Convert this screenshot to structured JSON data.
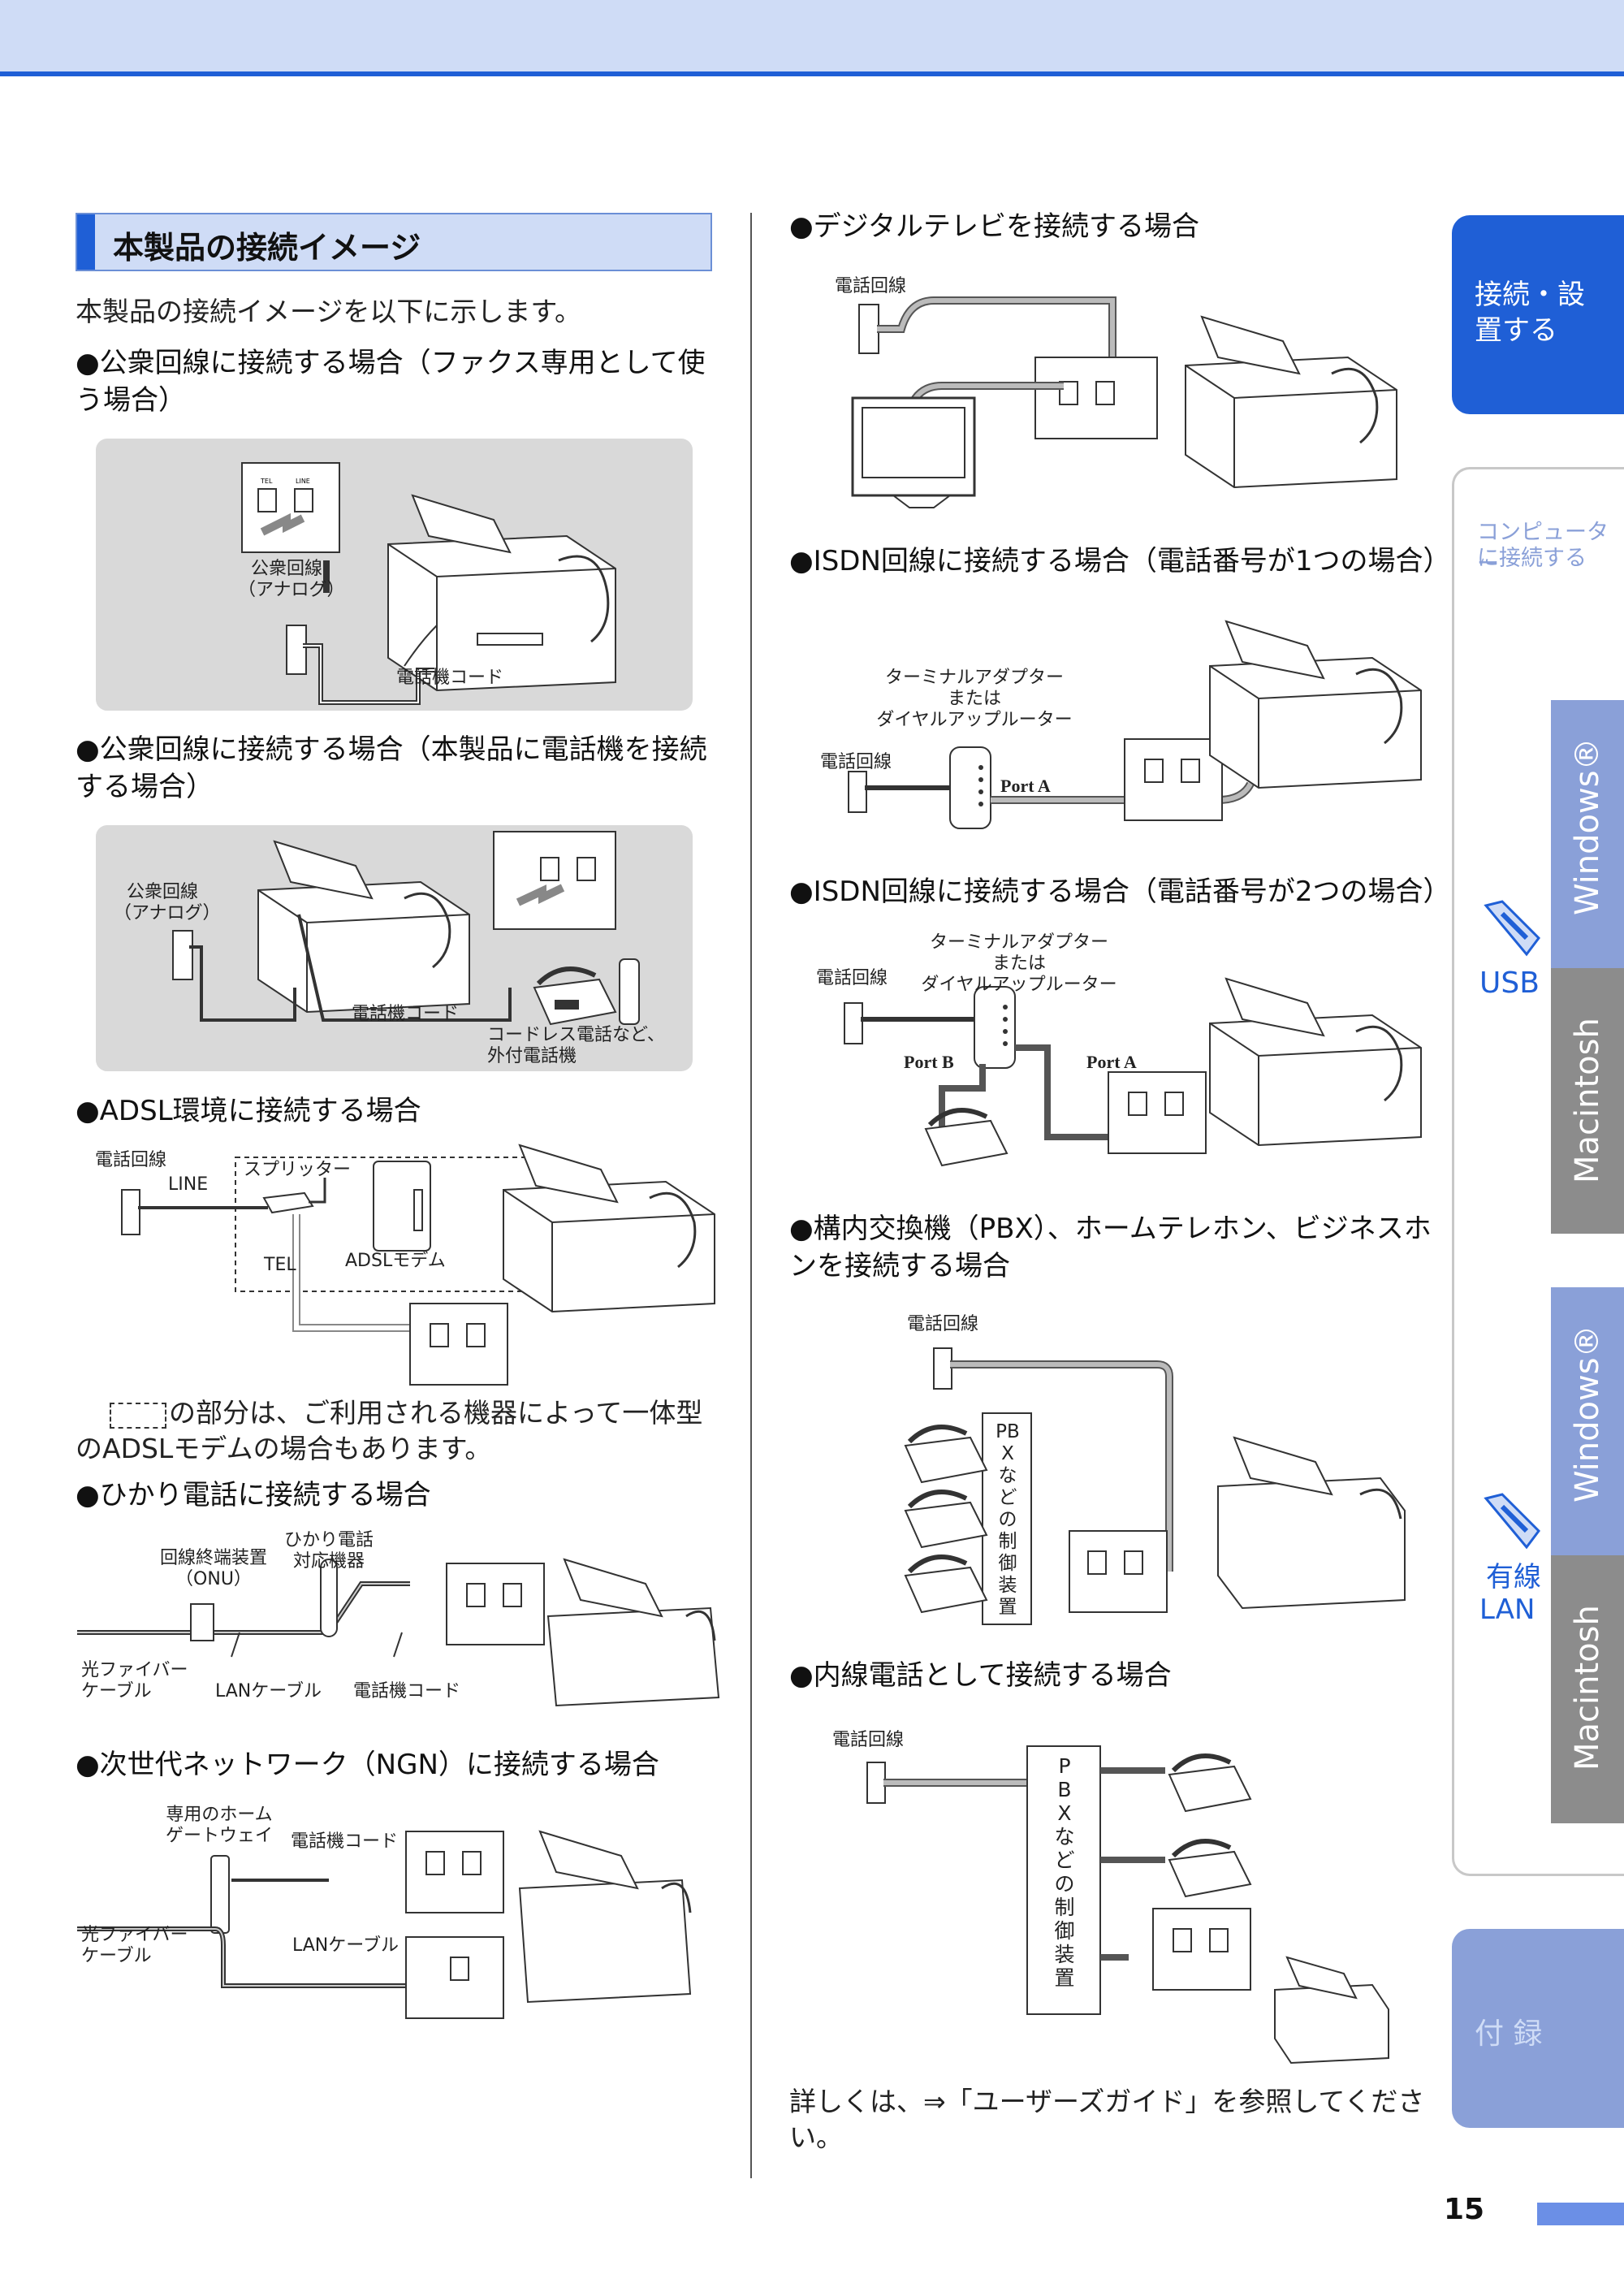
{
  "section_title": "本製品の接続イメージ",
  "intro": "本製品の接続イメージを以下に示します。",
  "left": {
    "h1": "●公衆回線に接続する場合（ファクス専用として使う場合）",
    "d1_l1": "公衆回線",
    "d1_l2": "（アナログ）",
    "d1_l3": "電話機コード",
    "h2": "●公衆回線に接続する場合（本製品に電話機を接続する場合）",
    "d2_l1": "公衆回線",
    "d2_l2": "（アナログ）",
    "d2_l3": "電話機コード",
    "d2_l4": "コードレス電話など、",
    "d2_l5": "外付電話機",
    "h3": "●ADSL環境に接続する場合",
    "d3_line_in": "電話回線",
    "d3_line": "LINE",
    "d3_splitter": "スプリッター",
    "d3_tel": "TEL",
    "d3_modem": "ADSLモデム",
    "note": "の部分は、ご利用される機器によって一体型のADSLモデムの場合もあります。",
    "h4": "●ひかり電話に接続する場合",
    "d4_onu1": "回線終端装置",
    "d4_onu2": "（ONU）",
    "d4_hk1": "ひかり電話",
    "d4_hk2": "対応機器",
    "d4_fiber1": "光ファイバー",
    "d4_fiber2": "ケーブル",
    "d4_lan": "LANケーブル",
    "d4_cord": "電話機コード",
    "h5": "●次世代ネットワーク（NGN）に接続する場合",
    "d5_gw1": "専用のホーム",
    "d5_gw2": "ゲートウェイ",
    "d5_cord": "電話機コード",
    "d5_fiber1": "光ファイバー",
    "d5_fiber2": "ケーブル",
    "d5_lan": "LANケーブル"
  },
  "right": {
    "h1": "●デジタルテレビを接続する場合",
    "r1_line": "電話回線",
    "h2": "●ISDN回線に接続する場合（電話番号が1つの場合）",
    "r2_ta1": "ターミナルアダプター",
    "r2_ta2": "または",
    "r2_ta3": "ダイヤルアップルーター",
    "r2_line": "電話回線",
    "r2_port": "Port A",
    "h3": "●ISDN回線に接続する場合（電話番号が2つの場合）",
    "r3_ta1": "ターミナルアダプター",
    "r3_ta2": "または",
    "r3_ta3": "ダイヤルアップルーター",
    "r3_line": "電話回線",
    "r3_portb": "Port B",
    "r3_porta": "Port A",
    "h4": "●構内交換機（PBX）、ホームテレホン、ビジネスホンを接続する場合",
    "r4_line": "電話回線",
    "r4_pbx": "PBXなどの制御装置",
    "h5": "●内線電話として接続する場合",
    "r5_line": "電話回線",
    "r5_pbx": "PBXなどの制御装置",
    "footer": "詳しくは、⇒「ユーザーズガイド」を参照してください。"
  },
  "tabs": {
    "t1": "接続・設置する",
    "t2a": "コンピューター",
    "t2b": "に接続する",
    "usb": "USB",
    "wired1": "有線",
    "wired2": "LAN",
    "win": "Windows®",
    "mac": "Macintosh",
    "appendix": "付 録"
  },
  "port_labels": {
    "tel": "TEL",
    "line": "LINE"
  },
  "page_number": "15",
  "colors": {
    "accent": "#1f5fd6",
    "tab_active": "#1f5fd6",
    "tab_inactive": "#8aa0d8",
    "mac_gray": "#8c8c8c"
  }
}
